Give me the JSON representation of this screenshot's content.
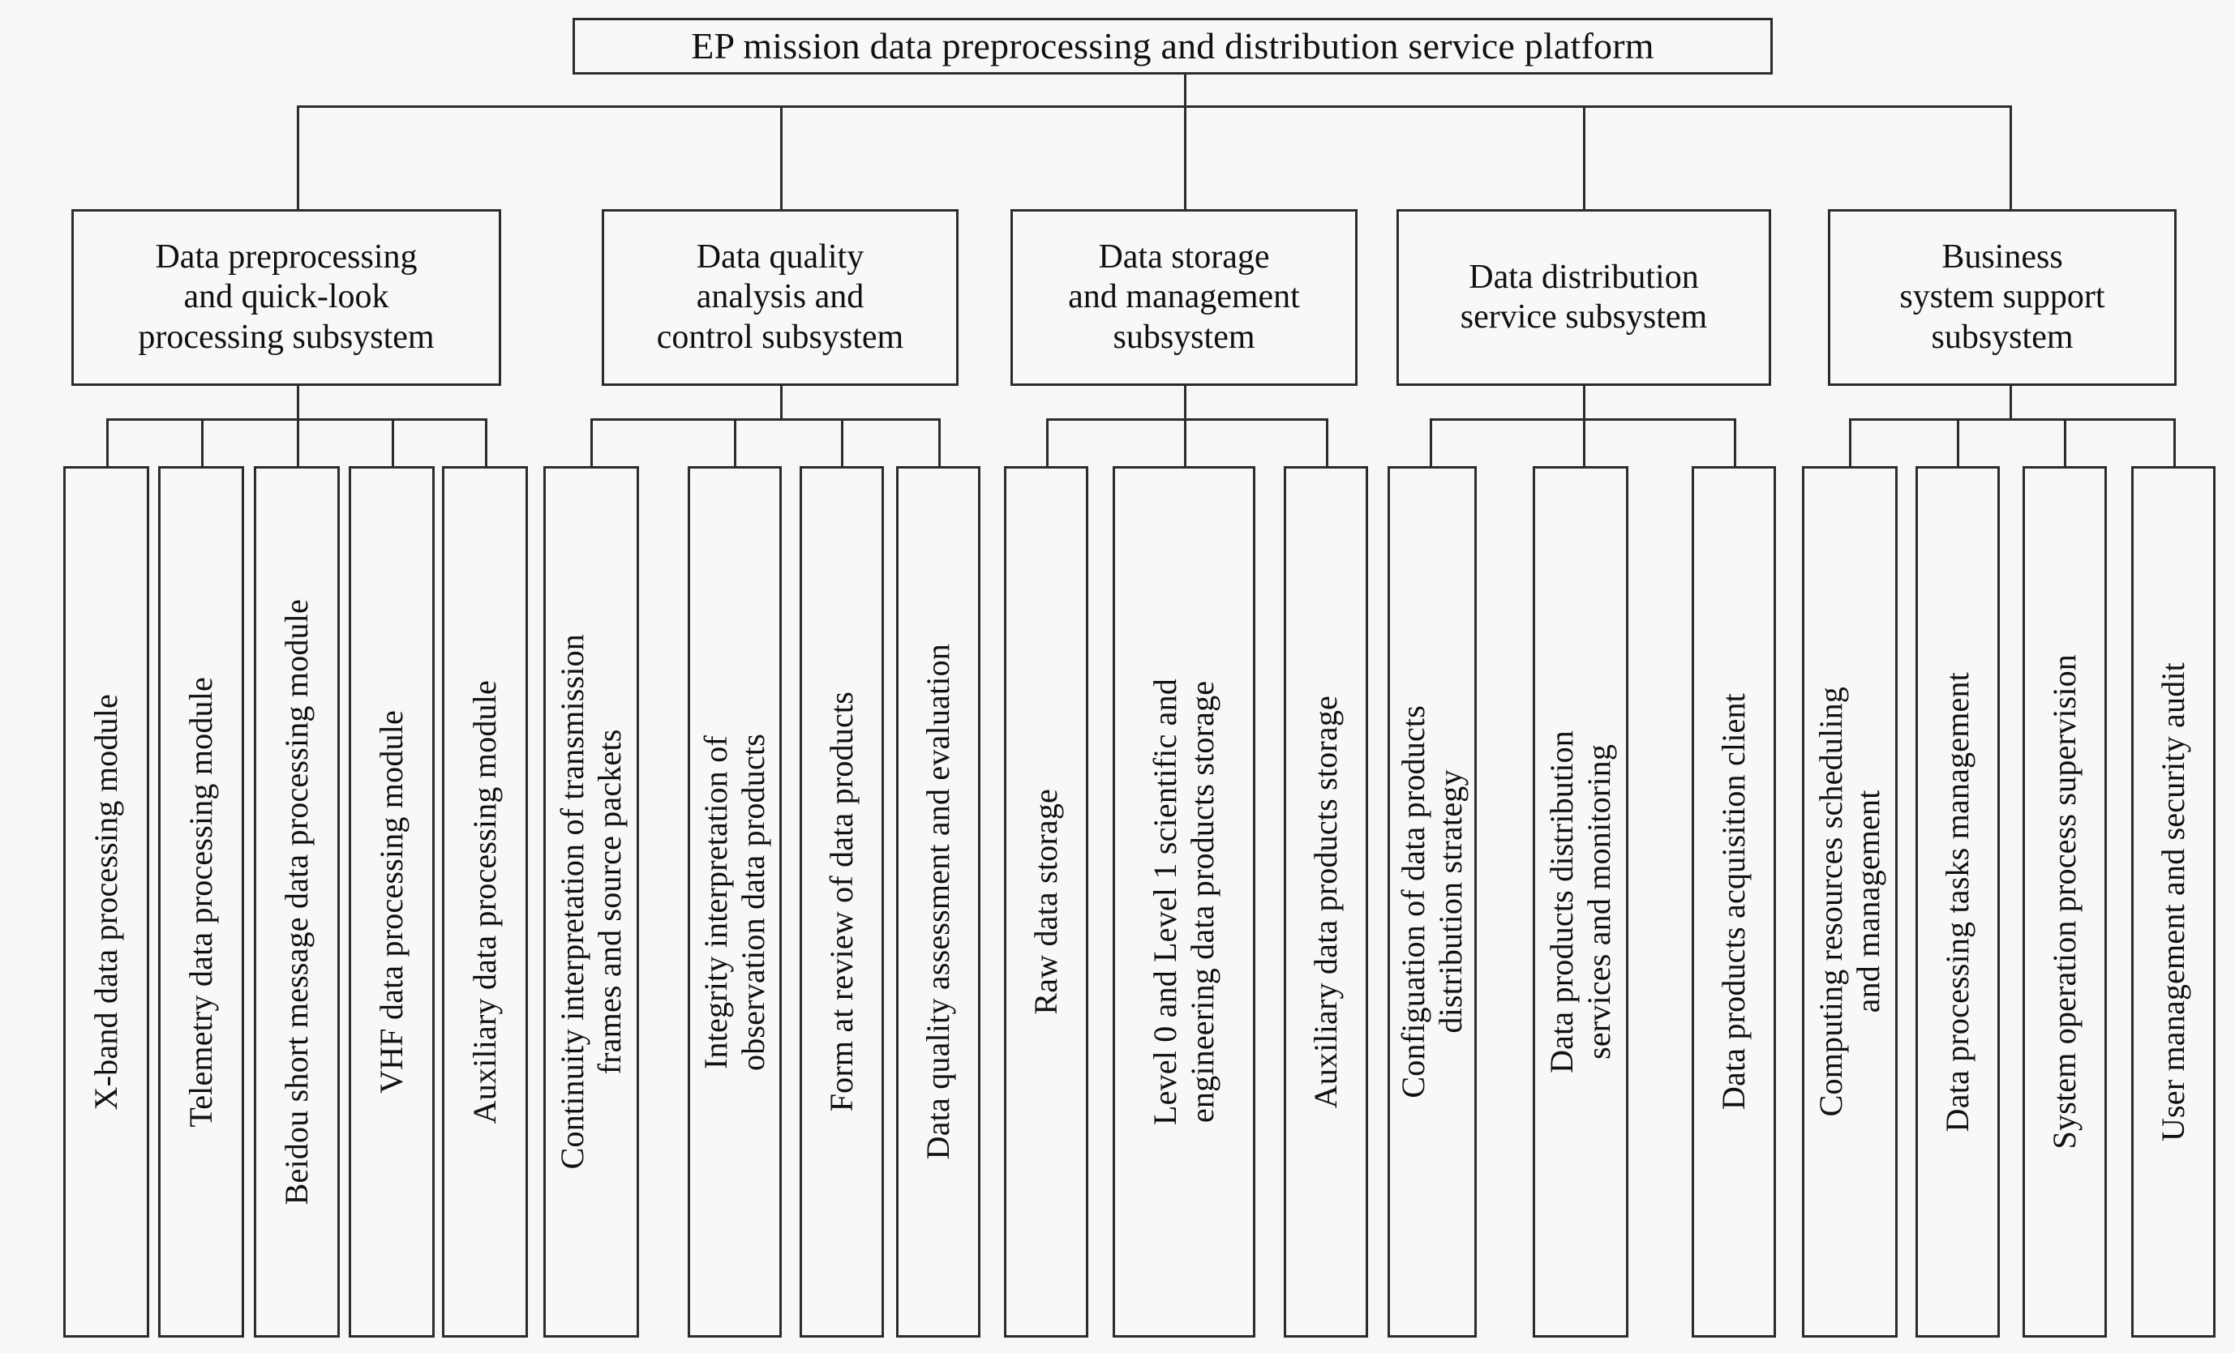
{
  "diagram": {
    "title": "EP mission data preprocessing and distribution service platform",
    "background_color": "#f7f7f7",
    "line_color": "#2c2c2c",
    "box_fill": "#f8f8f8",
    "root": {
      "label": "EP mission data preprocessing and distribution service platform"
    },
    "subsystems": [
      {
        "label": "Data preprocessing\nand quick-look\nprocessing subsystem",
        "modules": [
          {
            "label": "X-band data processing module"
          },
          {
            "label": "Telemetry data processing module"
          },
          {
            "label": "Beidou short message data processing module"
          },
          {
            "label": "VHF data processing module"
          },
          {
            "label": "Auxiliary data processing module"
          }
        ]
      },
      {
        "label": "Data quality\nanalysis and\ncontrol subsystem",
        "modules": [
          {
            "label": "Continuity interpretation of transmission\nframes and source packets"
          },
          {
            "label": "Integrity interpretation of\nobservation data products"
          },
          {
            "label": "Form at review of data products"
          },
          {
            "label": "Data quality assessment and evaluation"
          }
        ]
      },
      {
        "label": "Data storage\nand management\nsubsystem",
        "modules": [
          {
            "label": "Raw data storage"
          },
          {
            "label": "Level 0 and Level 1 scientific and\nengineering data products storage"
          },
          {
            "label": "Auxiliary data products storage"
          }
        ]
      },
      {
        "label": "Data distribution\nservice subsystem",
        "modules": [
          {
            "label": "Configuation of data products\ndistribution strategy"
          },
          {
            "label": "Data products distribution\nservices and monitoring"
          },
          {
            "label": "Data products acquisition client"
          }
        ]
      },
      {
        "label": "Business\nsystem support\nsubsystem",
        "modules": [
          {
            "label": "Computing resources scheduling\nand management"
          },
          {
            "label": "Data processing tasks management"
          },
          {
            "label": "System operation process supervision"
          },
          {
            "label": "User management and security audit"
          }
        ]
      }
    ]
  }
}
